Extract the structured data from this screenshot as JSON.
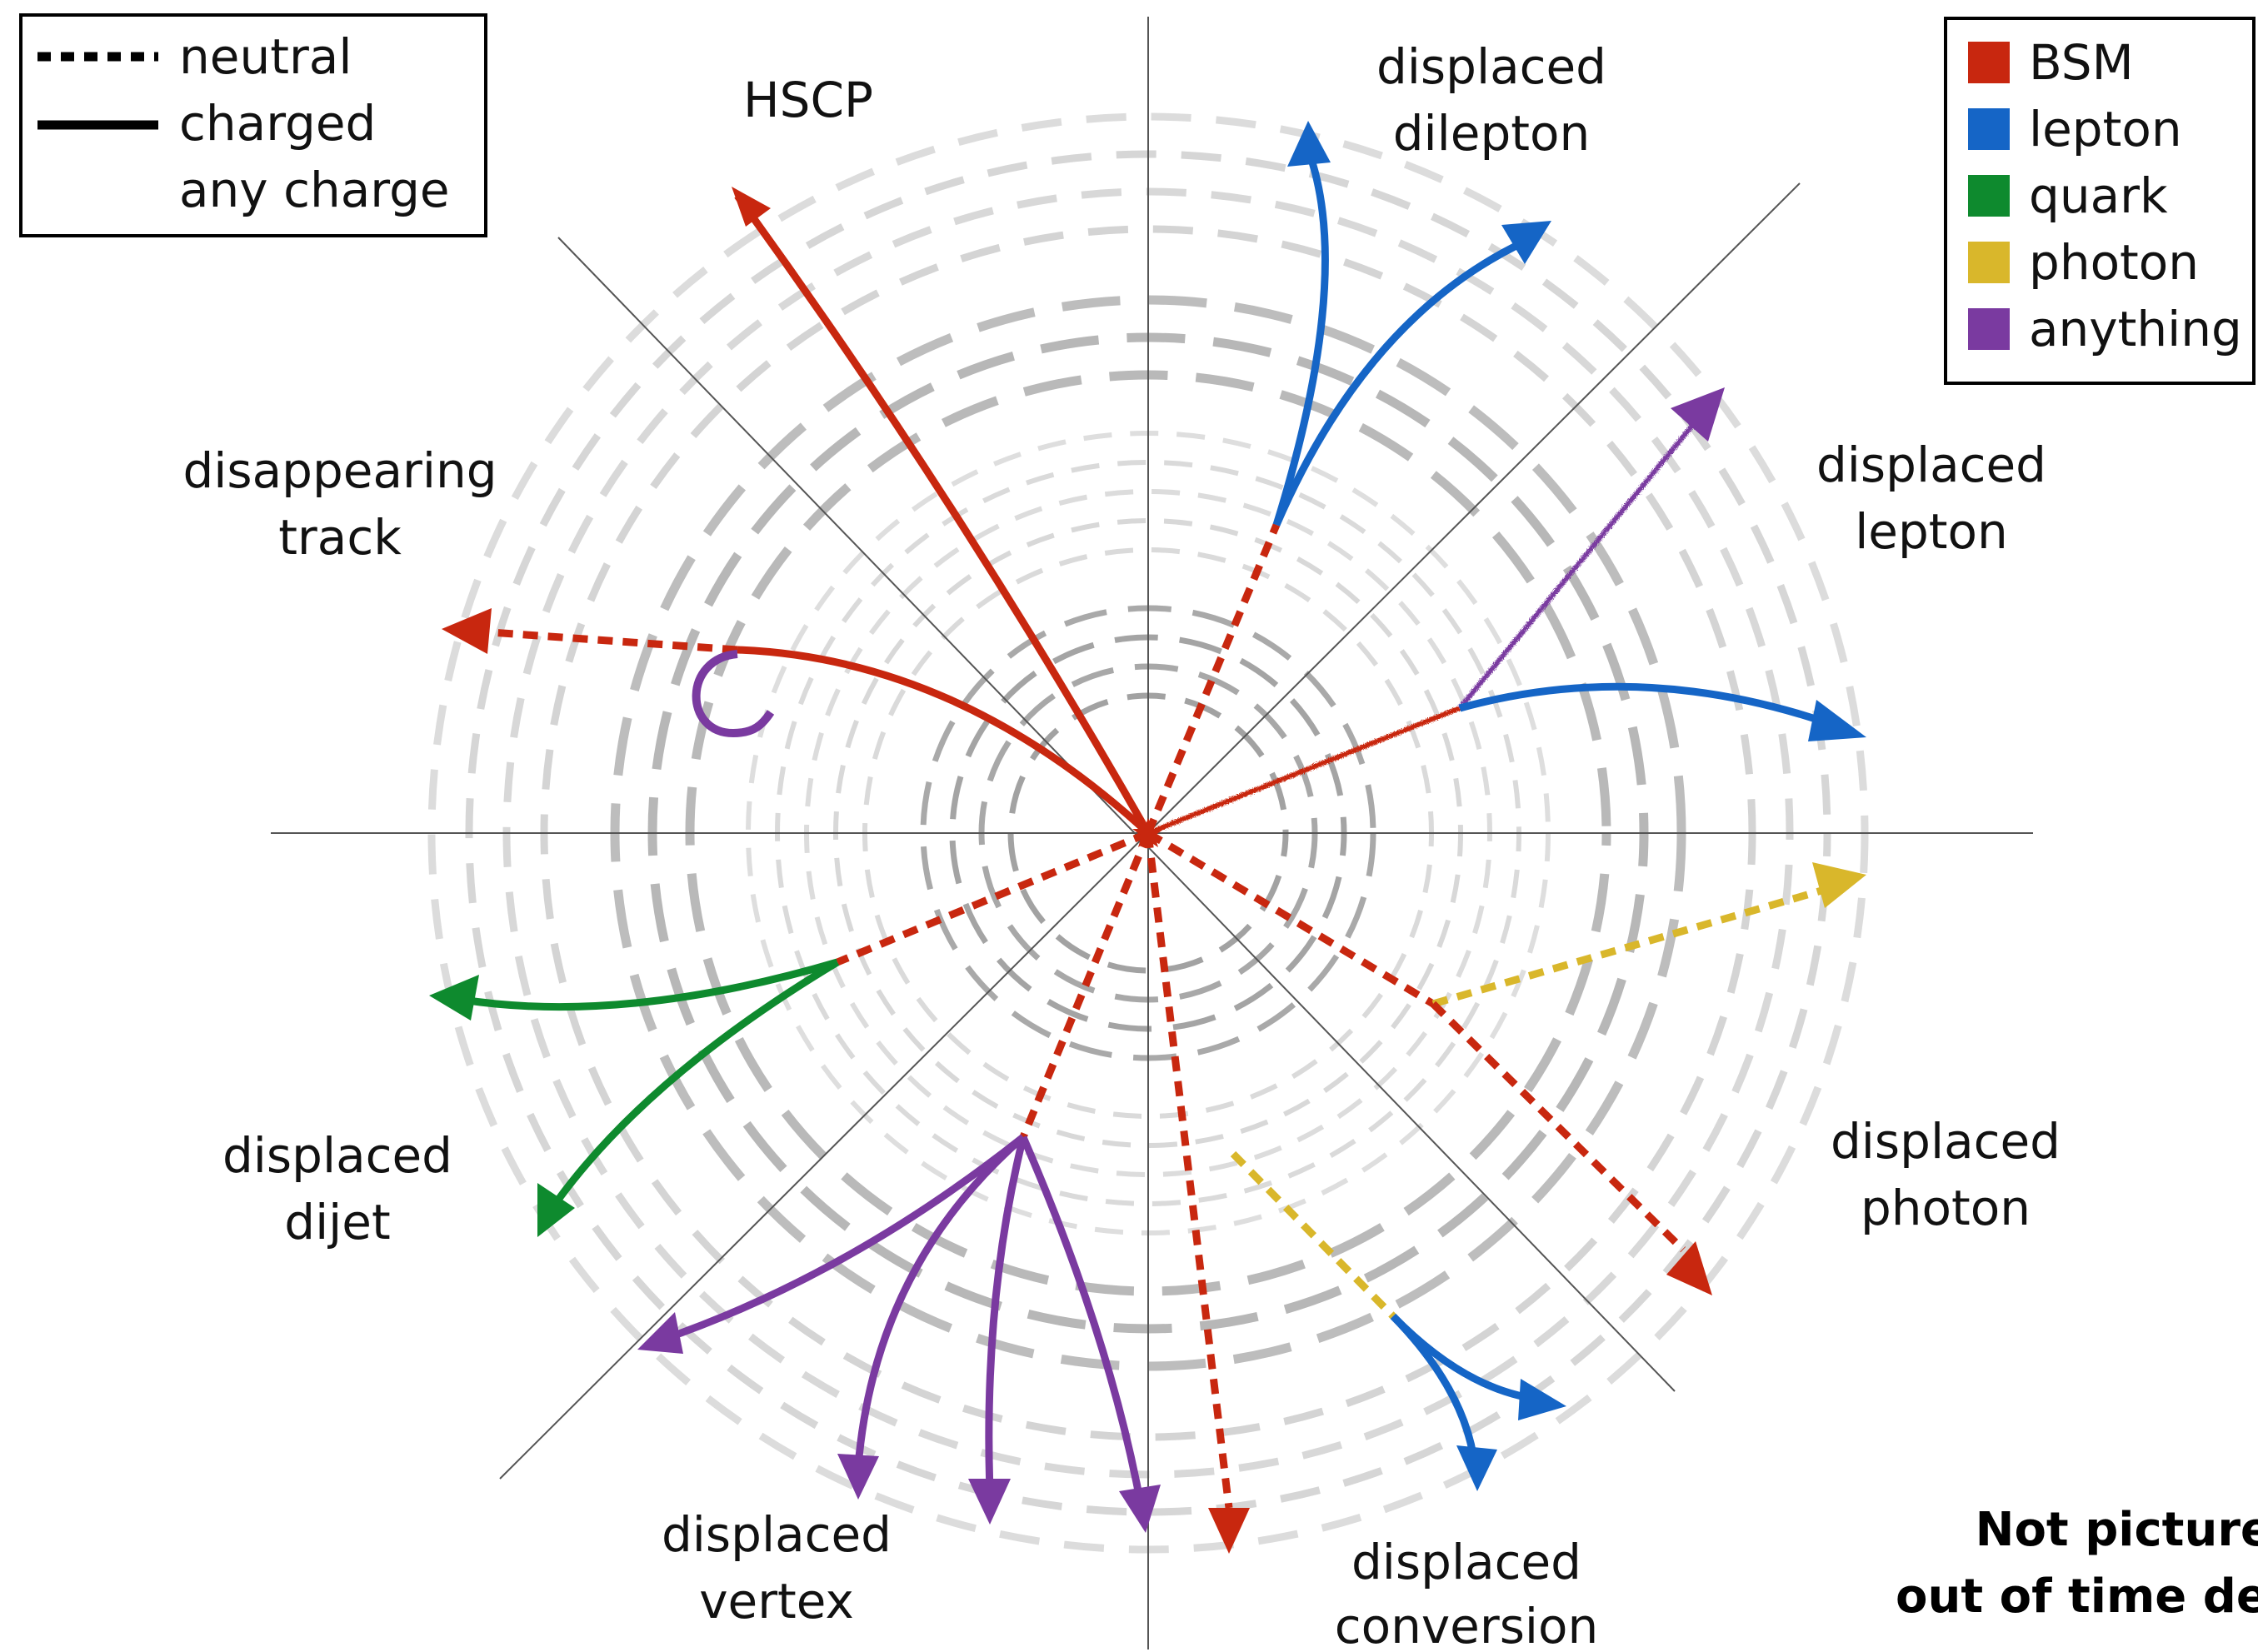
{
  "colors": {
    "bsm": "#c8270f",
    "lepton": "#1565c6",
    "quark": "#0e8a2e",
    "photon": "#d9b72b",
    "anything": "#7a3aa0",
    "detector_outer": "#d4d4d4",
    "detector_mid": "#b8b8b8",
    "detector_inner": "#a6a6a6",
    "axis": "#555555"
  },
  "line_legend": {
    "items": [
      {
        "label": "neutral",
        "style": "dotted"
      },
      {
        "label": "charged",
        "style": "solid"
      },
      {
        "label": "any charge",
        "style": "fuzzy"
      }
    ]
  },
  "color_legend": {
    "items": [
      {
        "label": "BSM",
        "color": "#c8270f"
      },
      {
        "label": "lepton",
        "color": "#1565c6"
      },
      {
        "label": "quark",
        "color": "#0e8a2e"
      },
      {
        "label": "photon",
        "color": "#d9b72b"
      },
      {
        "label": "anything",
        "color": "#7a3aa0"
      }
    ]
  },
  "signatures": {
    "hscp": {
      "line1": "HSCP"
    },
    "displaced_dilepton": {
      "line1": "displaced",
      "line2": "dilepton"
    },
    "disappearing_track": {
      "line1": "disappearing",
      "line2": "track"
    },
    "displaced_lepton": {
      "line1": "displaced",
      "line2": "lepton"
    },
    "displaced_photon": {
      "line1": "displaced",
      "line2": "photon"
    },
    "displaced_dijet": {
      "line1": "displaced",
      "line2": "dijet"
    },
    "displaced_vertex": {
      "line1": "displaced",
      "line2": "vertex"
    },
    "displaced_conversion": {
      "line1": "displaced",
      "line2": "conversion"
    }
  },
  "note": {
    "line1": "Not pictured:",
    "line2": "out of time decays"
  }
}
